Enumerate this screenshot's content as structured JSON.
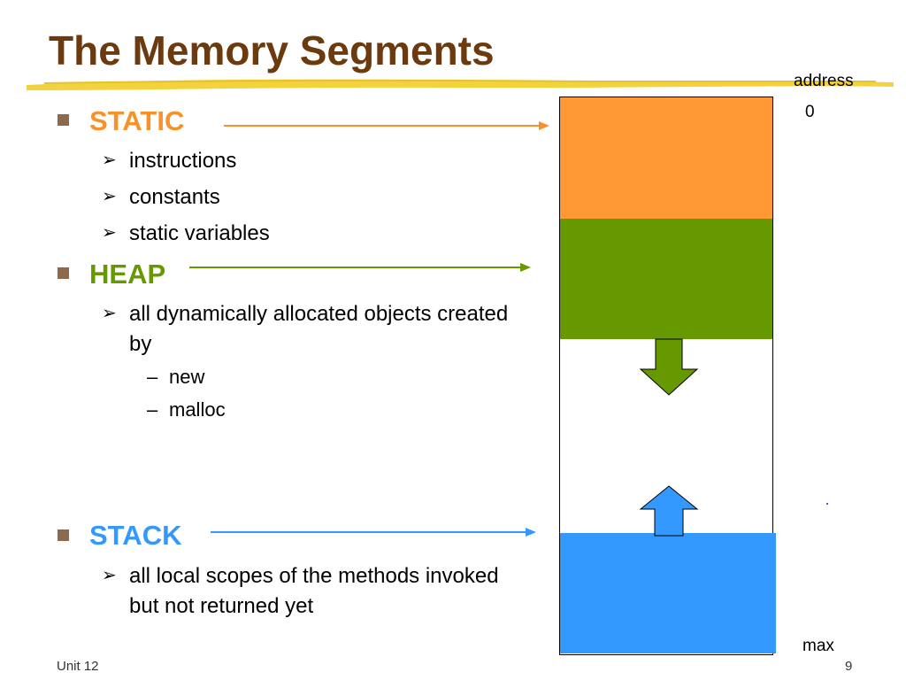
{
  "slide": {
    "title": "The Memory Segments",
    "footer_left": "Unit 12",
    "footer_right": "9"
  },
  "sections": {
    "static": {
      "heading": "STATIC",
      "color": "#F7922A",
      "items": [
        "instructions",
        "constants",
        "static variables"
      ]
    },
    "heap": {
      "heading": "HEAP",
      "color": "#669900",
      "item": "all dynamically allocated objects created by",
      "subitems": [
        "new",
        "malloc"
      ]
    },
    "stack": {
      "heading": "STACK",
      "color": "#3399FF",
      "item": "all local scopes of the methods invoked but not returned yet"
    }
  },
  "memory_diagram": {
    "address_label": "address",
    "start_label": "0",
    "end_label": "max",
    "segment_colors": {
      "static": "#FF9933",
      "heap": "#669900",
      "free": "#FFFFFF",
      "stack": "#3399FF"
    }
  }
}
